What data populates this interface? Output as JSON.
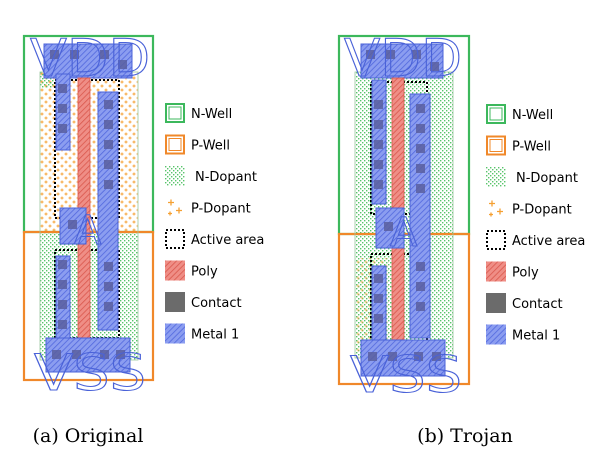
{
  "panels": [
    {
      "caption": "(a) Original",
      "rail_top": "VDD",
      "rail_bottom": "VSS",
      "gate_label": "A"
    },
    {
      "caption": "(b) Trojan",
      "rail_top": "VDD",
      "rail_bottom": "VSS",
      "gate_label": "A"
    }
  ],
  "legend": [
    {
      "key": "n_well",
      "label": "N-Well",
      "style": "outline",
      "color": "#3cb85c"
    },
    {
      "key": "p_well",
      "label": "P-Well",
      "style": "outline",
      "color": "#f0882a"
    },
    {
      "key": "n_dopant",
      "label": "N-Dopant",
      "style": "dots",
      "color": "#57c46a"
    },
    {
      "key": "p_dopant",
      "label": "P-Dopant",
      "style": "plus",
      "color": "#f5a032"
    },
    {
      "key": "active_area",
      "label": "Active area",
      "style": "dotted",
      "color": "#000000"
    },
    {
      "key": "poly",
      "label": "Poly",
      "style": "hatch",
      "color": "#e8796f"
    },
    {
      "key": "contact",
      "label": "Contact",
      "style": "fill",
      "color": "#6b6b6b"
    },
    {
      "key": "metal1",
      "label": "Metal 1",
      "style": "hatch",
      "color": "#6f86ea"
    }
  ]
}
